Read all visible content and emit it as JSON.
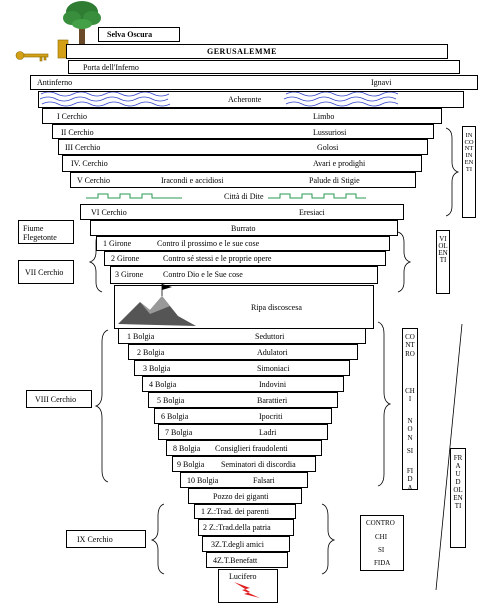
{
  "top": {
    "selva": "Selva Oscura",
    "gerusalemme": "GERUSALEMME",
    "porta": "Porta dell'Inferno",
    "antinferno": "Antinferno",
    "ignavi": "Ignavi",
    "acheronte": "Acheronte"
  },
  "circles": [
    {
      "name": "I Cerchio",
      "sin": "Limbo"
    },
    {
      "name": "II Cerchio",
      "sin": "Lussuriosi"
    },
    {
      "name": "III Cerchio",
      "sin": "Golosi"
    },
    {
      "name": "IV. Cerchio",
      "sin": "Avari e prodighi"
    },
    {
      "name": "V Cerchio",
      "sin": "Iracondi e accidiosi",
      "sin2": "Palude di Stigie"
    }
  ],
  "dite": "Città di Dite",
  "circle6": {
    "name": "VI Cerchio",
    "sin": "Eresiaci"
  },
  "burrato": "Burrato",
  "gironi": [
    {
      "name": "1 Girone",
      "sin": "Contro il prossimo e le sue cose"
    },
    {
      "name": "2 Girone",
      "sin": "Contro sé stessi e le proprie opere"
    },
    {
      "name": "3 Girone",
      "sin": "Contro Dio e le Sue cose"
    }
  ],
  "ripa": "Ripa discoscesa",
  "bolge": [
    {
      "name": "1 Bolgia",
      "sin": "Seduttori"
    },
    {
      "name": "2 Bolgia",
      "sin": "Adulatori"
    },
    {
      "name": "3 Bolgia",
      "sin": "Simoniaci"
    },
    {
      "name": "4 Bolgia",
      "sin": "Indovini"
    },
    {
      "name": "5 Bolgia",
      "sin": "Barattieri"
    },
    {
      "name": "6 Bolgia",
      "sin": "Ipocriti"
    },
    {
      "name": "7 Bolgia",
      "sin": "Ladri"
    },
    {
      "name": "8 Bolgia",
      "sin": "Consiglieri fraudolenti"
    },
    {
      "name": "9 Bolgia",
      "sin": "Seminatori di discordia"
    },
    {
      "name": "10 Bolgia",
      "sin": "Falsari"
    }
  ],
  "pozzo": "Pozzo dei giganti",
  "zone": [
    "1 Z.:Trad. dei parenti",
    "2 Z.:Trad.della patria",
    "3Z.T.degli amici",
    "4Z.T.Benefatt"
  ],
  "lucifero": "Lucifero",
  "labels": {
    "fiume": "Fiume\nFlegetonte",
    "vii": "VII Cerchio",
    "viii": "VIII Cerchio",
    "ix": "IX Cerchio",
    "controChiSiFida": [
      "CONTRO",
      "CHI",
      "SI",
      "FIDA"
    ]
  },
  "vertical": {
    "incontinenti": "INCONTINENTI",
    "violenti": "VIOLENTI",
    "controChiNonSiFida": [
      "CONTRO",
      "CHI",
      "NON",
      "SI",
      "FIDA"
    ],
    "fraudolenti": "FRAUDOLENTI"
  },
  "colors": {
    "river": "#3344cc",
    "dite": "#2a9a55",
    "tree": "#2e7d32",
    "key": "#d4a017",
    "flame": "#e02020"
  }
}
